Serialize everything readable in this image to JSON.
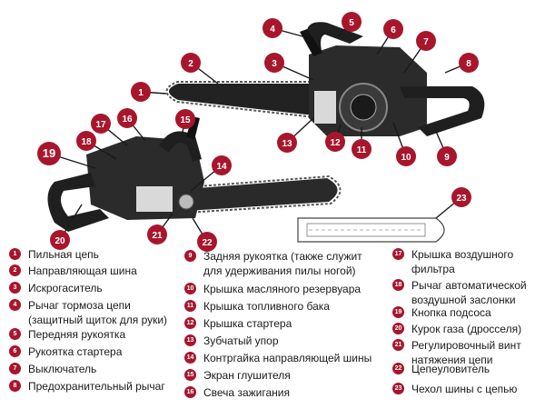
{
  "accent_color": "#a8162c",
  "diagram": {
    "callouts": [
      {
        "num": "1"
      },
      {
        "num": "2"
      },
      {
        "num": "3"
      },
      {
        "num": "4"
      },
      {
        "num": "5"
      },
      {
        "num": "6"
      },
      {
        "num": "7"
      },
      {
        "num": "8"
      },
      {
        "num": "9"
      },
      {
        "num": "10"
      },
      {
        "num": "11"
      },
      {
        "num": "12"
      },
      {
        "num": "13"
      },
      {
        "num": "14"
      },
      {
        "num": "15"
      },
      {
        "num": "16"
      },
      {
        "num": "17"
      },
      {
        "num": "18"
      },
      {
        "num": "19"
      },
      {
        "num": "20"
      },
      {
        "num": "21"
      },
      {
        "num": "22"
      },
      {
        "num": "23"
      }
    ]
  },
  "legend": [
    {
      "num": "1",
      "label": "Пильная цепь"
    },
    {
      "num": "2",
      "label": "Направляющая шина"
    },
    {
      "num": "3",
      "label": "Искрогаситель"
    },
    {
      "num": "4",
      "label": "Рычаг тормоза цепи\n(защитный щиток для руки)"
    },
    {
      "num": "5",
      "label": "Передняя рукоятка"
    },
    {
      "num": "6",
      "label": "Рукоятка стартера"
    },
    {
      "num": "7",
      "label": "Выключатель"
    },
    {
      "num": "8",
      "label": "Предохранительный рычаг"
    },
    {
      "num": "9",
      "label": "Задняя рукоятка (также служит\nдля удерживания пилы ногой)"
    },
    {
      "num": "10",
      "label": "Крышка масляного резервуара"
    },
    {
      "num": "11",
      "label": "Крышка топливного бака"
    },
    {
      "num": "12",
      "label": "Крышка стартера"
    },
    {
      "num": "13",
      "label": "Зубчатый упор"
    },
    {
      "num": "14",
      "label": "Контргайка направляющей шины"
    },
    {
      "num": "15",
      "label": "Экран глушителя"
    },
    {
      "num": "16",
      "label": "Свеча зажигания"
    },
    {
      "num": "17",
      "label": "Крышка воздушного\nфильтра"
    },
    {
      "num": "18",
      "label": "Рычаг автоматической\nвоздушной заслонки"
    },
    {
      "num": "19",
      "label": "Кнопка подсоса"
    },
    {
      "num": "20",
      "label": "Курок газа (дросселя)"
    },
    {
      "num": "21",
      "label": "Регулировочный винт\nнатяжения цепи"
    },
    {
      "num": "22",
      "label": "Цепеуловитель"
    },
    {
      "num": "23",
      "label": "Чехол шины с цепью"
    }
  ]
}
